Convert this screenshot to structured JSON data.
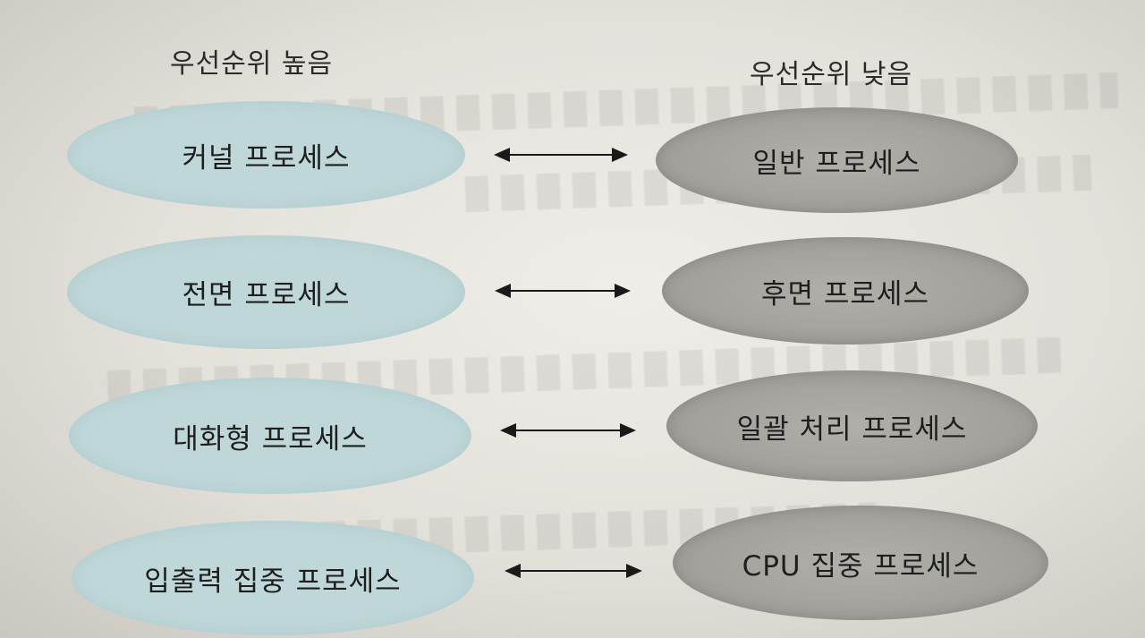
{
  "headers": {
    "high": "우선순위 높음",
    "low": "우선순위 낮음"
  },
  "rows": [
    {
      "high": "커널 프로세스",
      "low": "일반 프로세스"
    },
    {
      "high": "전면 프로세스",
      "low": "후면 프로세스"
    },
    {
      "high": "대화형 프로세스",
      "low": "일괄 처리 프로세스"
    },
    {
      "high": "입출력 집중 프로세스",
      "low": "CPU 집중 프로세스"
    }
  ],
  "colors": {
    "high_fill": "#bfd7d8",
    "low_fill": "#a3a19c",
    "arrow": "#1a1a1a",
    "text": "#1e1e1e"
  }
}
